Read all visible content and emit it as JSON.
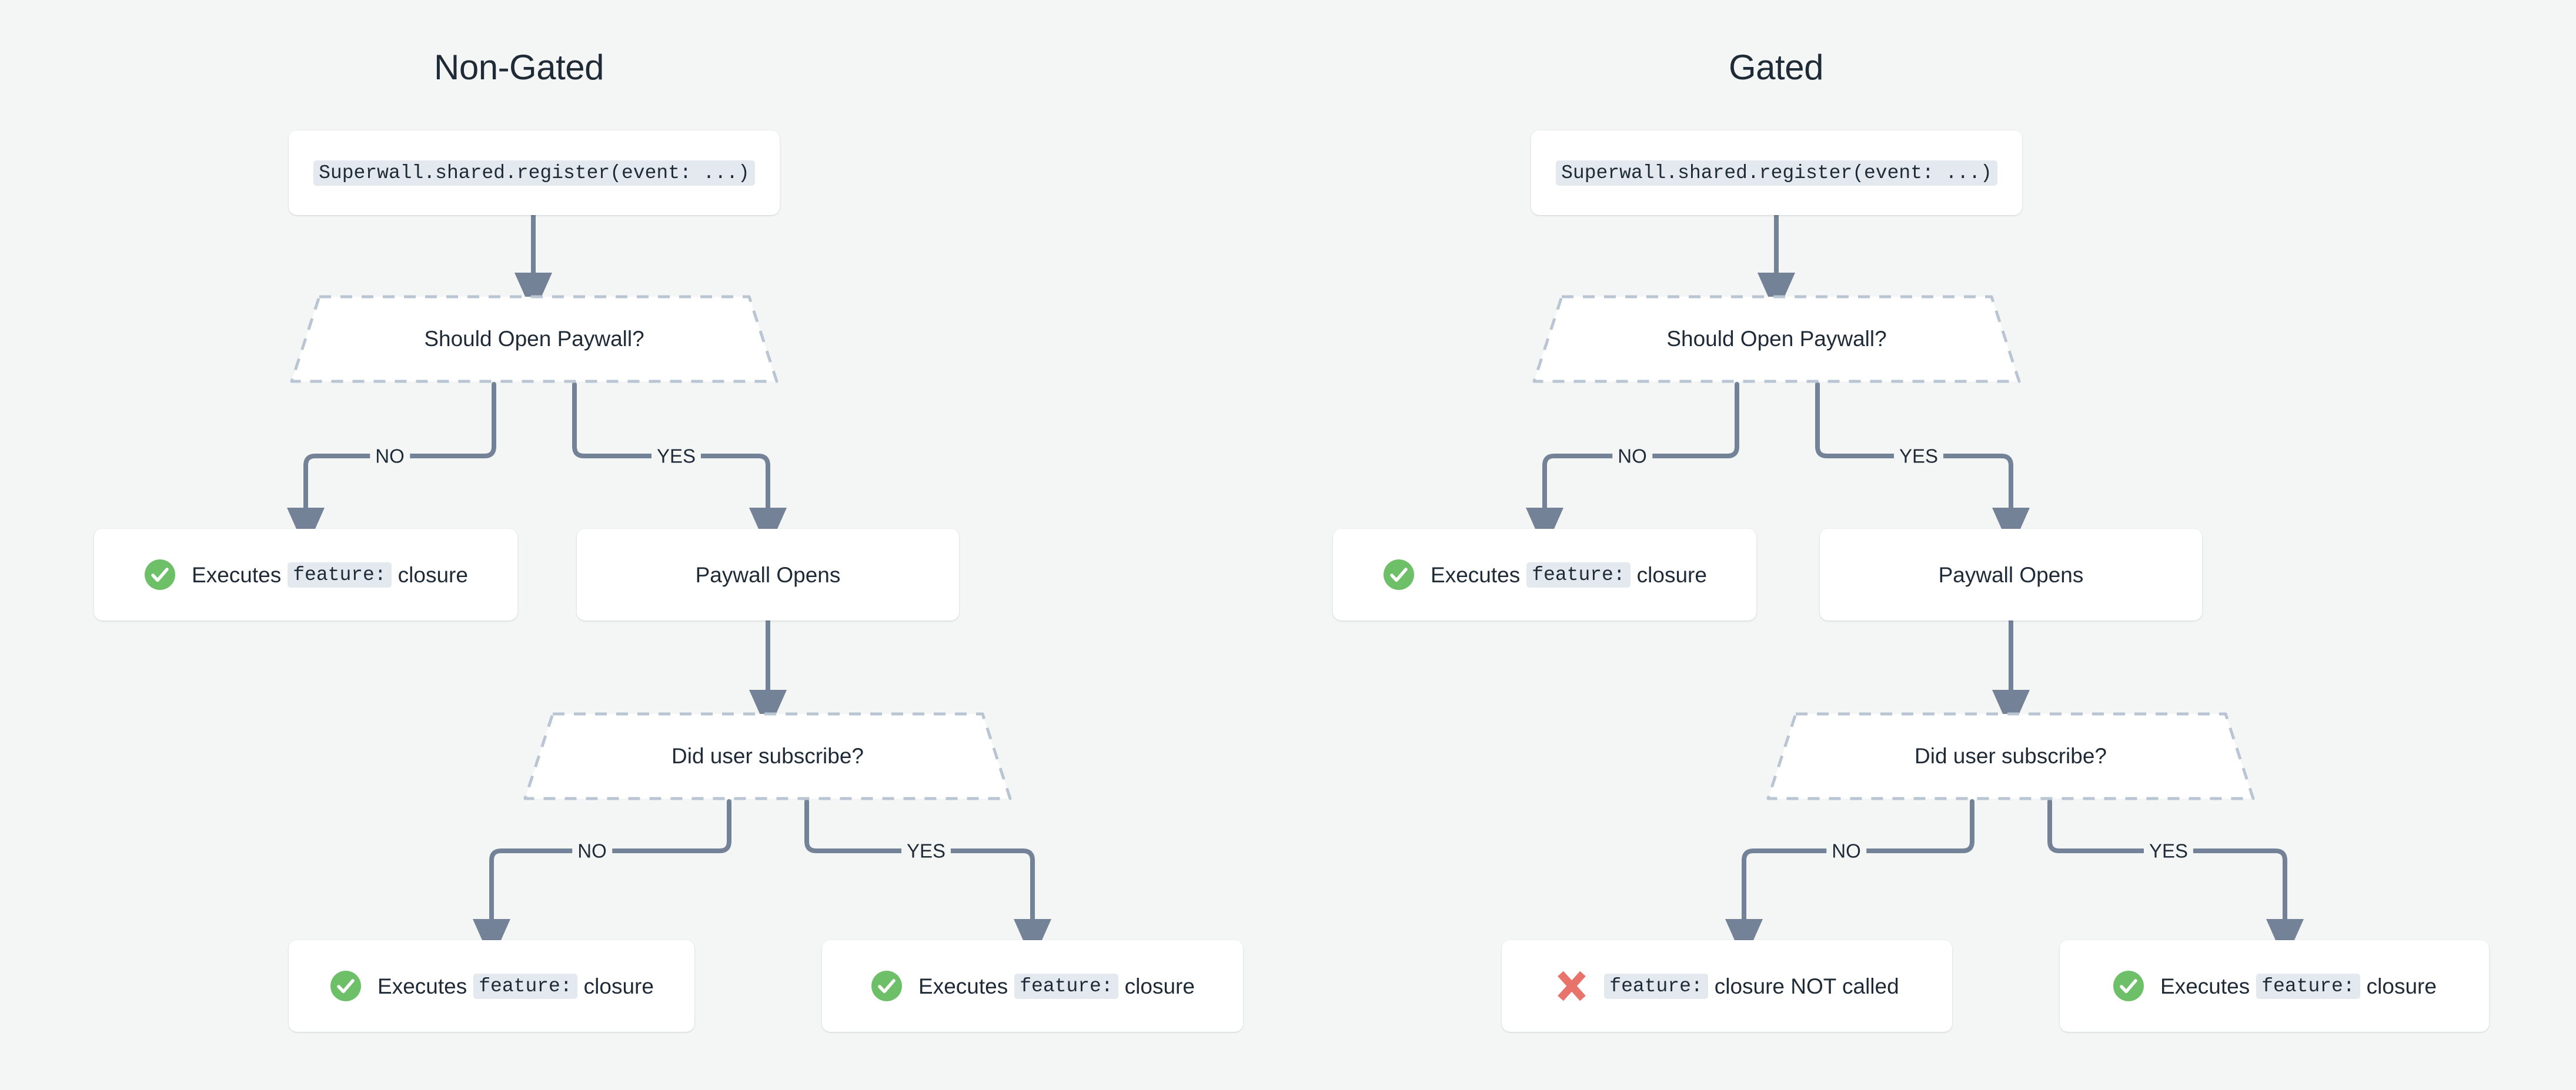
{
  "page": {
    "background_color": "#f4f5f5",
    "accent_arrow_color": "#738296",
    "success_color": "#6dc067",
    "error_color": "#e8736a",
    "code_bg_color": "#e4e9ef",
    "text_color": "#1f2a37"
  },
  "columns": [
    {
      "id": "non-gated",
      "title": "Non-Gated",
      "nodes": {
        "register": {
          "code": "Superwall.shared.register(event: ...)"
        },
        "decision_paywall": {
          "text": "Should Open Paywall?"
        },
        "no_branch": {
          "icon": "check-circle-icon",
          "prefix": "Executes",
          "code": "feature:",
          "suffix": "closure"
        },
        "yes_branch": {
          "text": "Paywall Opens"
        },
        "decision_subscribe": {
          "text": "Did user subscribe?"
        },
        "sub_no": {
          "icon": "check-circle-icon",
          "prefix": "Executes",
          "code": "feature:",
          "suffix": "closure"
        },
        "sub_yes": {
          "icon": "check-circle-icon",
          "prefix": "Executes",
          "code": "feature:",
          "suffix": "closure"
        }
      },
      "edge_labels": {
        "paywall_no": "NO",
        "paywall_yes": "YES",
        "sub_no": "NO",
        "sub_yes": "YES"
      }
    },
    {
      "id": "gated",
      "title": "Gated",
      "nodes": {
        "register": {
          "code": "Superwall.shared.register(event: ...)"
        },
        "decision_paywall": {
          "text": "Should Open Paywall?"
        },
        "no_branch": {
          "icon": "check-circle-icon",
          "prefix": "Executes",
          "code": "feature:",
          "suffix": "closure"
        },
        "yes_branch": {
          "text": "Paywall Opens"
        },
        "decision_subscribe": {
          "text": "Did user subscribe?"
        },
        "sub_no": {
          "icon": "cross-icon",
          "prefix": "",
          "code": "feature:",
          "suffix": "closure NOT called"
        },
        "sub_yes": {
          "icon": "check-circle-icon",
          "prefix": "Executes",
          "code": "feature:",
          "suffix": "closure"
        }
      },
      "edge_labels": {
        "paywall_no": "NO",
        "paywall_yes": "YES",
        "sub_no": "NO",
        "sub_yes": "YES"
      }
    }
  ]
}
